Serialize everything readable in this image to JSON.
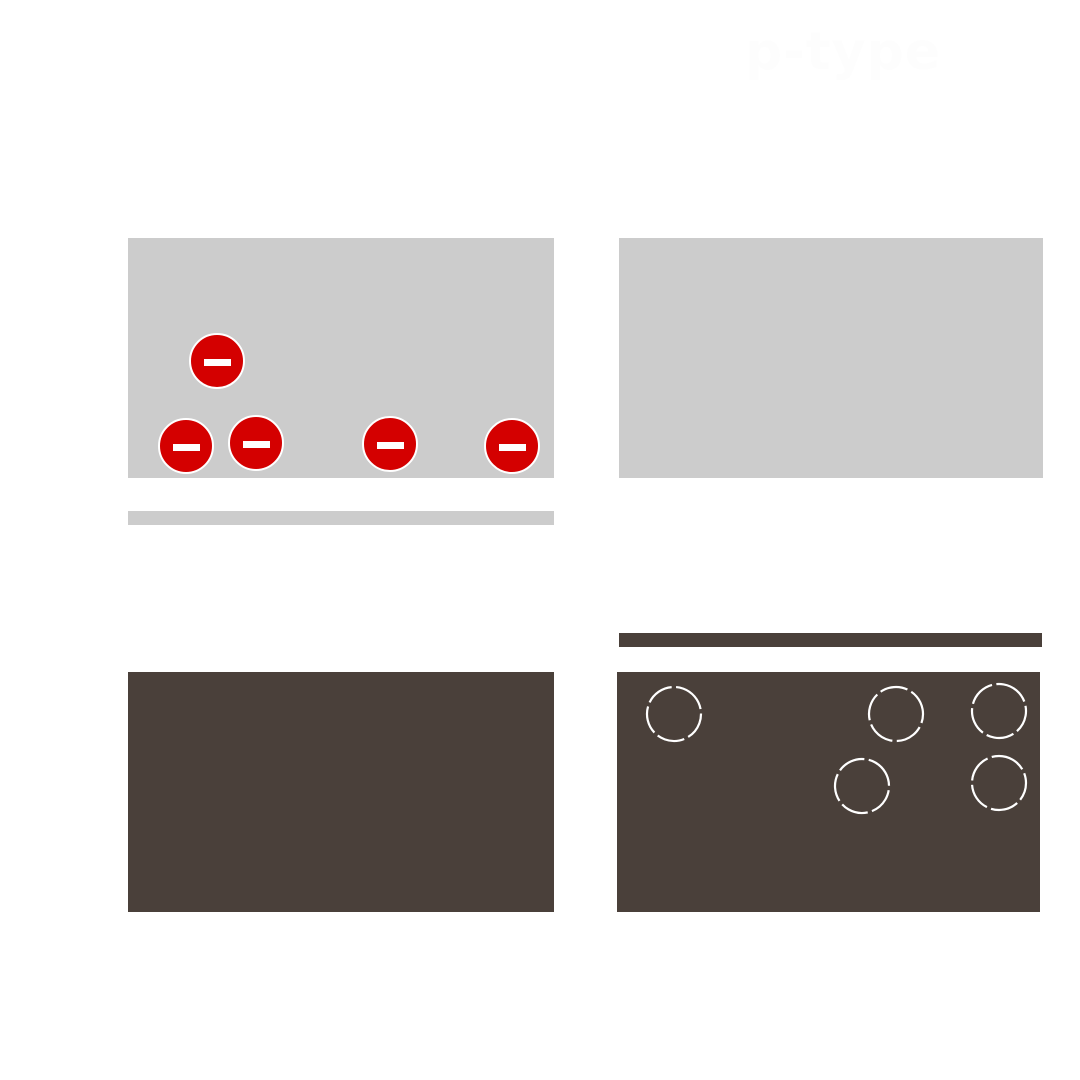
{
  "title": "p-type",
  "colors": {
    "background": "#ffffff",
    "title_text": "#fdfdfd",
    "light_panel": "#cccccc",
    "dark_panel": "#4a403a",
    "electron_fill": "#d40000",
    "electron_sign": "#ffffff",
    "hole_outline": "#ffffff"
  },
  "panels": [
    {
      "id": "top-left",
      "tone": "light"
    },
    {
      "id": "top-right",
      "tone": "light"
    },
    {
      "id": "bottom-left",
      "tone": "dark"
    },
    {
      "id": "bottom-right",
      "tone": "dark"
    }
  ],
  "carriers": {
    "electrons": {
      "count": 5,
      "symbol": "minus",
      "panel": "top-left"
    },
    "holes": {
      "count": 5,
      "symbol": "dashed-circle",
      "panel": "bottom-right"
    }
  }
}
